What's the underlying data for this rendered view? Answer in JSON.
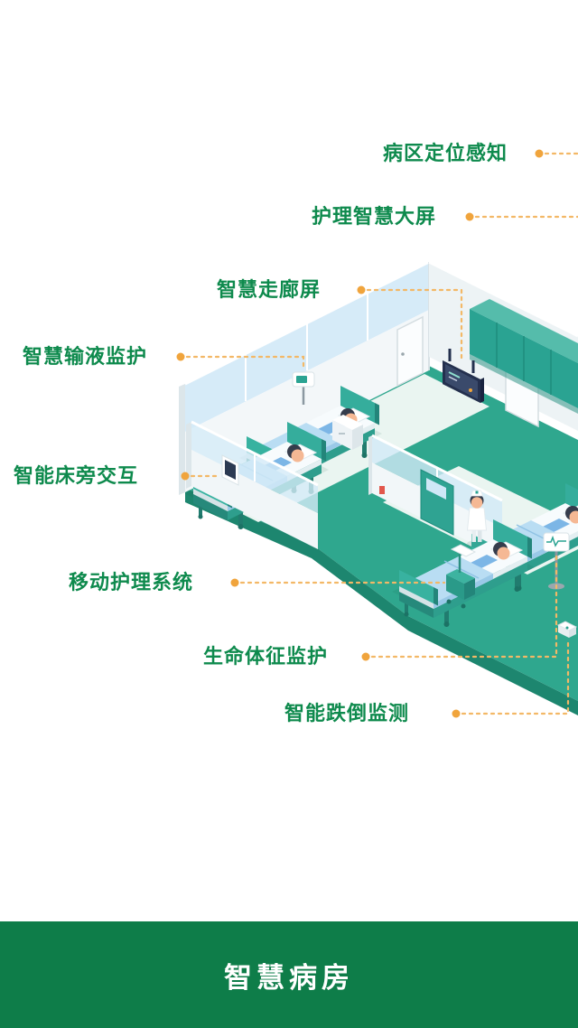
{
  "labels": [
    {
      "id": "ward-positioning-sensing",
      "text": "病区定位感知"
    },
    {
      "id": "nursing-smart-screen",
      "text": "护理智慧大屏"
    },
    {
      "id": "smart-corridor-screen",
      "text": "智慧走廊屏"
    },
    {
      "id": "smart-infusion-monitoring",
      "text": "智慧输液监护"
    },
    {
      "id": "smart-bedside-interaction",
      "text": "智能床旁交互"
    },
    {
      "id": "mobile-nursing-system",
      "text": "移动护理系统"
    },
    {
      "id": "vital-signs-monitoring",
      "text": "生命体征监护"
    },
    {
      "id": "smart-fall-detection",
      "text": "智能跌倒监测"
    }
  ],
  "footer": {
    "title": "智慧病房"
  },
  "colors": {
    "label_green": "#0e8a4d",
    "footer_green": "#0e7d49",
    "callout_dot": "#f0a43c",
    "callout_line": "#f3b866",
    "illustration_teal": "#2fa78e"
  }
}
